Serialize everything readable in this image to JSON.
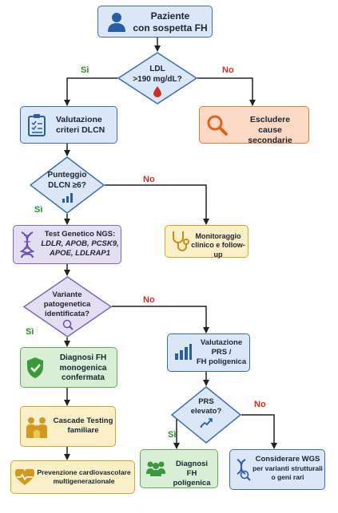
{
  "nodes": {
    "start": {
      "line1": "Paziente",
      "line2": "con sospetta FH"
    },
    "ldl": {
      "line1": "LDL",
      "line2": ">190 mg/dL?"
    },
    "exclude": {
      "line1": "Escludere",
      "line2": "cause secondarie"
    },
    "dlcn_eval": {
      "line1": "Valutazione",
      "line2": "criteri DLCN"
    },
    "dlcn_score": {
      "line1": "Punteggio",
      "line2": "DLCN ≥6?"
    },
    "monitor": {
      "line1": "Monitoraggio",
      "line2": "clinico e follow-up"
    },
    "ngs": {
      "line1": "Test Genetico NGS:",
      "line2": "LDLR, APOB, PCSK9,",
      "line3": "APOE, LDLRAP1"
    },
    "variant": {
      "line1": "Variante",
      "line2": "patogenetica",
      "line3": "identificata?"
    },
    "monogenic": {
      "line1": "Diagnosi FH",
      "line2": "monogenica",
      "line3": "confermata"
    },
    "prs_eval": {
      "line1": "Valutazione",
      "line2": "PRS /",
      "line3": "FH poligenica"
    },
    "cascade": {
      "line1": "Cascade Testing",
      "line2": "familiare"
    },
    "prs_high": {
      "line1": "PRS",
      "line2": "elevato?"
    },
    "prevention": {
      "line1": "Prevenzione cardiovascolare",
      "line2": "multigenerazionale"
    },
    "polygenic": {
      "line1": "Diagnosi",
      "line2": "FH poligenica"
    },
    "wgs": {
      "line1": "Considerare WGS",
      "line2": "per varianti strutturali",
      "line3": "o geni rari"
    }
  },
  "branch_labels": {
    "ldl_yes": "Sì",
    "ldl_no": "No",
    "dlcn_yes": "Sì",
    "dlcn_no": "No",
    "variant_yes": "Sì",
    "variant_no": "No",
    "prs_yes": "Sì",
    "prs_no": "No"
  },
  "colors": {
    "blue": "#dbe7f7",
    "orange": "#fbd9c4",
    "purple": "#e4def3",
    "yellow": "#fbefc8",
    "green": "#d9efd5",
    "yes": "#2f8a2e",
    "no": "#c9302c"
  }
}
